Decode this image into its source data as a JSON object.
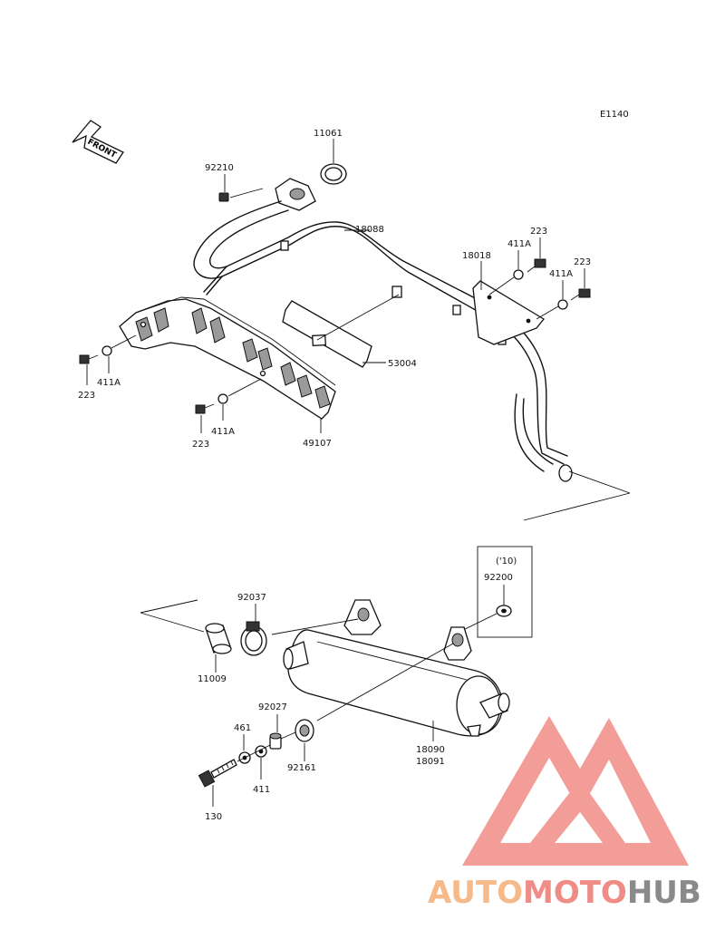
{
  "diagram_code": "E1140",
  "front_marker": "FRONT",
  "callouts": {
    "p11061": "11061",
    "p92210": "92210",
    "p18088": "18088",
    "p18018": "18018",
    "p223_a": "223",
    "p411A_a": "411A",
    "p223_b": "223",
    "p411A_b": "411A",
    "p53004": "53004",
    "p223_c": "223",
    "p411A_c": "411A",
    "p223_d": "223",
    "p411A_d": "411A",
    "p49107": "49107",
    "p_year": "('10)",
    "p92200": "92200",
    "p92037": "92037",
    "p11009": "11009",
    "p92027": "92027",
    "p461": "461",
    "p92161": "92161",
    "p411": "411",
    "p130": "130",
    "p18090": "18090",
    "p18091": "18091"
  },
  "watermark": {
    "word_part1": "AUTO",
    "word_part2": "MOTO",
    "word_part3": "HUB",
    "color_orange": "#f6b98a",
    "color_red": "#f08c86",
    "color_gray": "#8a8a8a"
  }
}
